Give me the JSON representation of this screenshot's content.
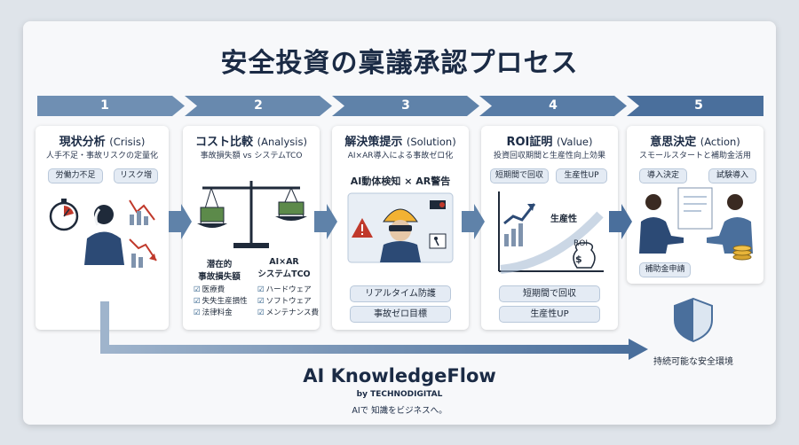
{
  "title": "安全投資の稟議承認プロセス",
  "steps": [
    {
      "num": "1",
      "title_jp": "現状分析",
      "title_en": "(Crisis)",
      "subtitle": "人手不足・事故リスクの定量化",
      "tags": [
        "労働力不足",
        "リスク増"
      ]
    },
    {
      "num": "2",
      "title_jp": "コスト比較",
      "title_en": "(Analysis)",
      "subtitle": "事故損失額 vs システムTCO",
      "left_head_1": "潜在的",
      "left_head_2": "事故損失額",
      "left_items": [
        "医療費",
        "失失生産損性",
        "法律料金"
      ],
      "right_head_1": "AI×AR",
      "right_head_2": "システムTCO",
      "right_items": [
        "ハードウェア",
        "ソフトウェア",
        "メンテナンス費"
      ]
    },
    {
      "num": "3",
      "title_jp": "解決策提示",
      "title_en": "(Solution)",
      "subtitle": "AI×AR導入による事故ゼロ化",
      "headline": "AI動体検知 × AR警告",
      "pills": [
        "リアルタイム防護",
        "事故ゼロ目標"
      ]
    },
    {
      "num": "4",
      "title_jp": "ROI証明",
      "title_en": "(Value)",
      "subtitle": "投資回収期間と生産性向上効果",
      "tags": [
        "短期間で回収",
        "生産性UP"
      ],
      "chart_label_1": "生産性",
      "chart_label_2": "ROI",
      "pills": [
        "短期間で回収",
        "生産性UP"
      ]
    },
    {
      "num": "5",
      "title_jp": "意思決定",
      "title_en": "(Action)",
      "subtitle": "スモールスタートと補助金活用",
      "tags": [
        "導入決定",
        "試験導入"
      ],
      "bottom_tag": "補助金申請"
    }
  ],
  "outcome": "持続可能な安全環境",
  "brand": {
    "name": "AI KnowledgeFlow",
    "by": "by TECHNODIGITAL",
    "tagline": "AIで 知識をビジネスへ。"
  },
  "colors": {
    "step1": "#6f8fb3",
    "step2": "#6889ae",
    "step3": "#5f82a9",
    "step4": "#587ca6",
    "step5": "#4a6f9c",
    "accent": "#2e5f8a",
    "danger": "#c0392b"
  }
}
